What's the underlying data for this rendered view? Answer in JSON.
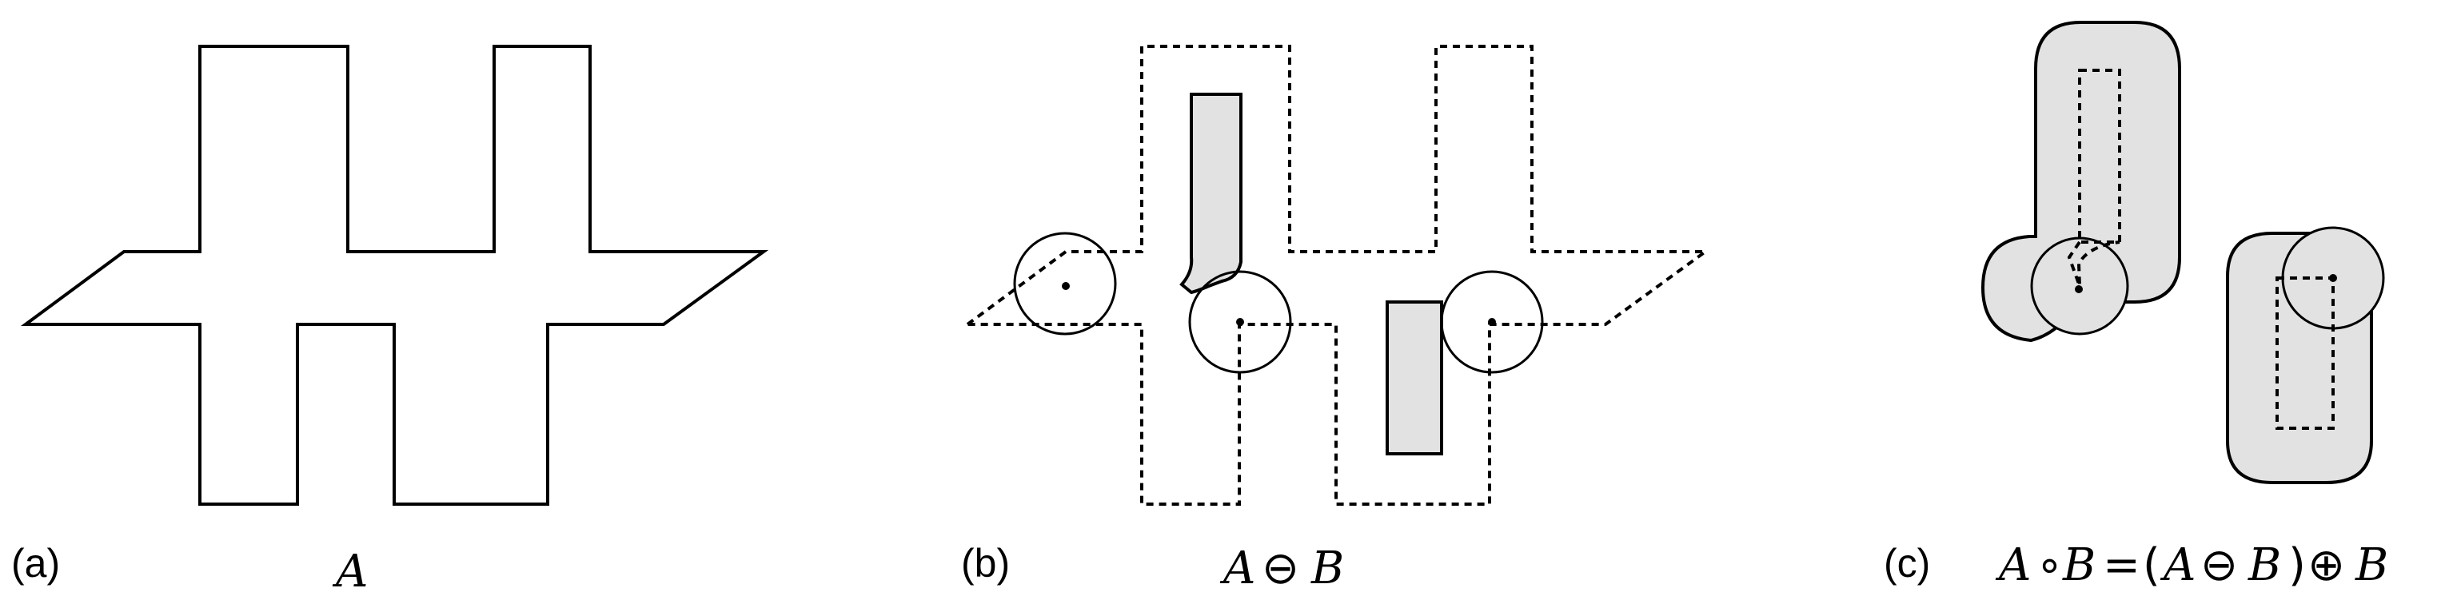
{
  "panels": {
    "a": {
      "tag": "(a)",
      "caption": "A"
    },
    "b": {
      "tag": "(b)",
      "caption_left": "A",
      "caption_op": "⊖",
      "caption_right": "B"
    },
    "c": {
      "tag": "(c)",
      "caption_lhs": "A",
      "caption_circ": "∘",
      "caption_b": "B",
      "caption_eq": "=",
      "caption_open": "(",
      "caption_a2": "A",
      "caption_ominus": "⊖",
      "caption_b2": "B",
      "caption_close": ")",
      "caption_oplus": "⊕",
      "caption_b3": "B"
    }
  }
}
